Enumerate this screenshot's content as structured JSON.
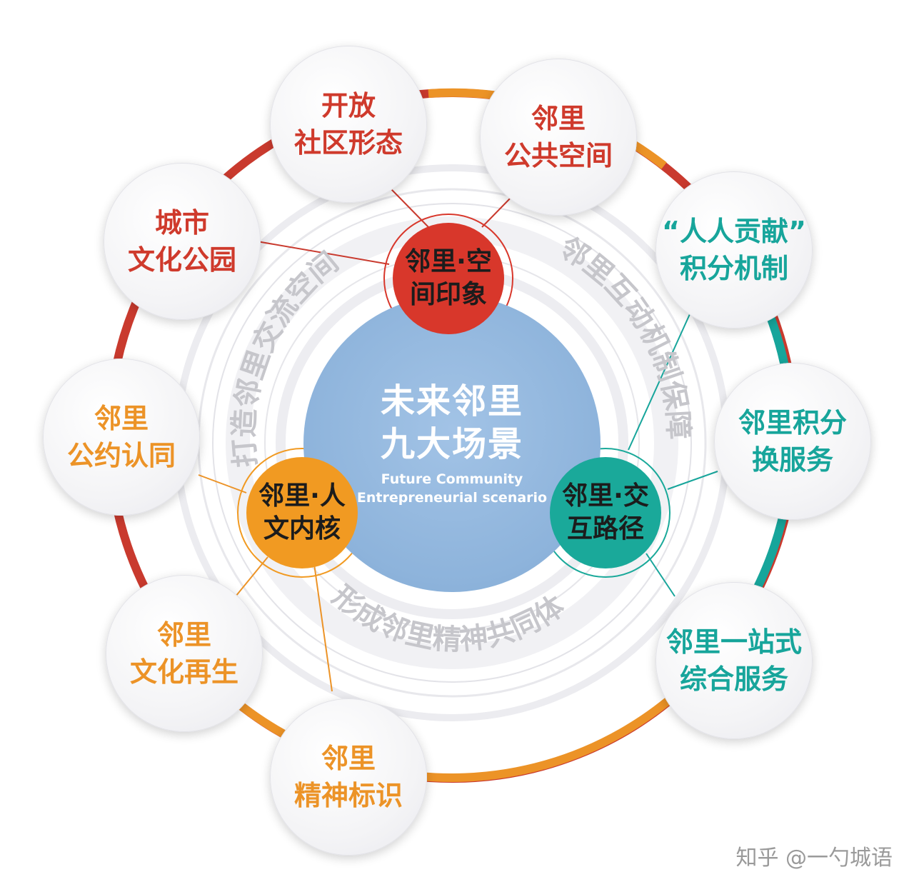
{
  "center": {
    "title_line1": "未来邻里",
    "title_line2": "九大场景",
    "english_line1": "Future Community",
    "english_line2": "Entrepreneurial scenario"
  },
  "cores": [
    {
      "line1": "邻里·空",
      "line2": "间印象",
      "color": "#d8372b"
    },
    {
      "line1": "邻里·人",
      "line2": "文内核",
      "color": "#f19a22"
    },
    {
      "line1": "邻里·交",
      "line2": "互路径",
      "color": "#1aa99a"
    }
  ],
  "arc_labels": {
    "left": "打造邻里交流空间",
    "right": "邻里互动机制保障",
    "bottom": "形成邻里精神共同体"
  },
  "nodes": [
    {
      "line1": "开放",
      "line2": "社区形态",
      "group": "red"
    },
    {
      "line1": "邻里",
      "line2": "公共空间",
      "group": "red"
    },
    {
      "line1": "城市",
      "line2": "文化公园",
      "group": "red"
    },
    {
      "line1": "“人人贡献”",
      "line2": "积分机制",
      "group": "teal"
    },
    {
      "line1": "邻里",
      "line2": "公约认同",
      "group": "orange"
    },
    {
      "line1": "邻里积分",
      "line2": "换服务",
      "group": "teal"
    },
    {
      "line1": "邻里",
      "line2": "文化再生",
      "group": "orange"
    },
    {
      "line1": "邻里一站式",
      "line2": "综合服务",
      "group": "teal"
    },
    {
      "line1": "邻里",
      "line2": "精神标识",
      "group": "orange"
    }
  ],
  "colors": {
    "red": "#cf3a2c",
    "orange": "#ec9327",
    "teal": "#17a59b",
    "center_blue": "#8db3db"
  },
  "watermark": "知乎 @一勺城语"
}
